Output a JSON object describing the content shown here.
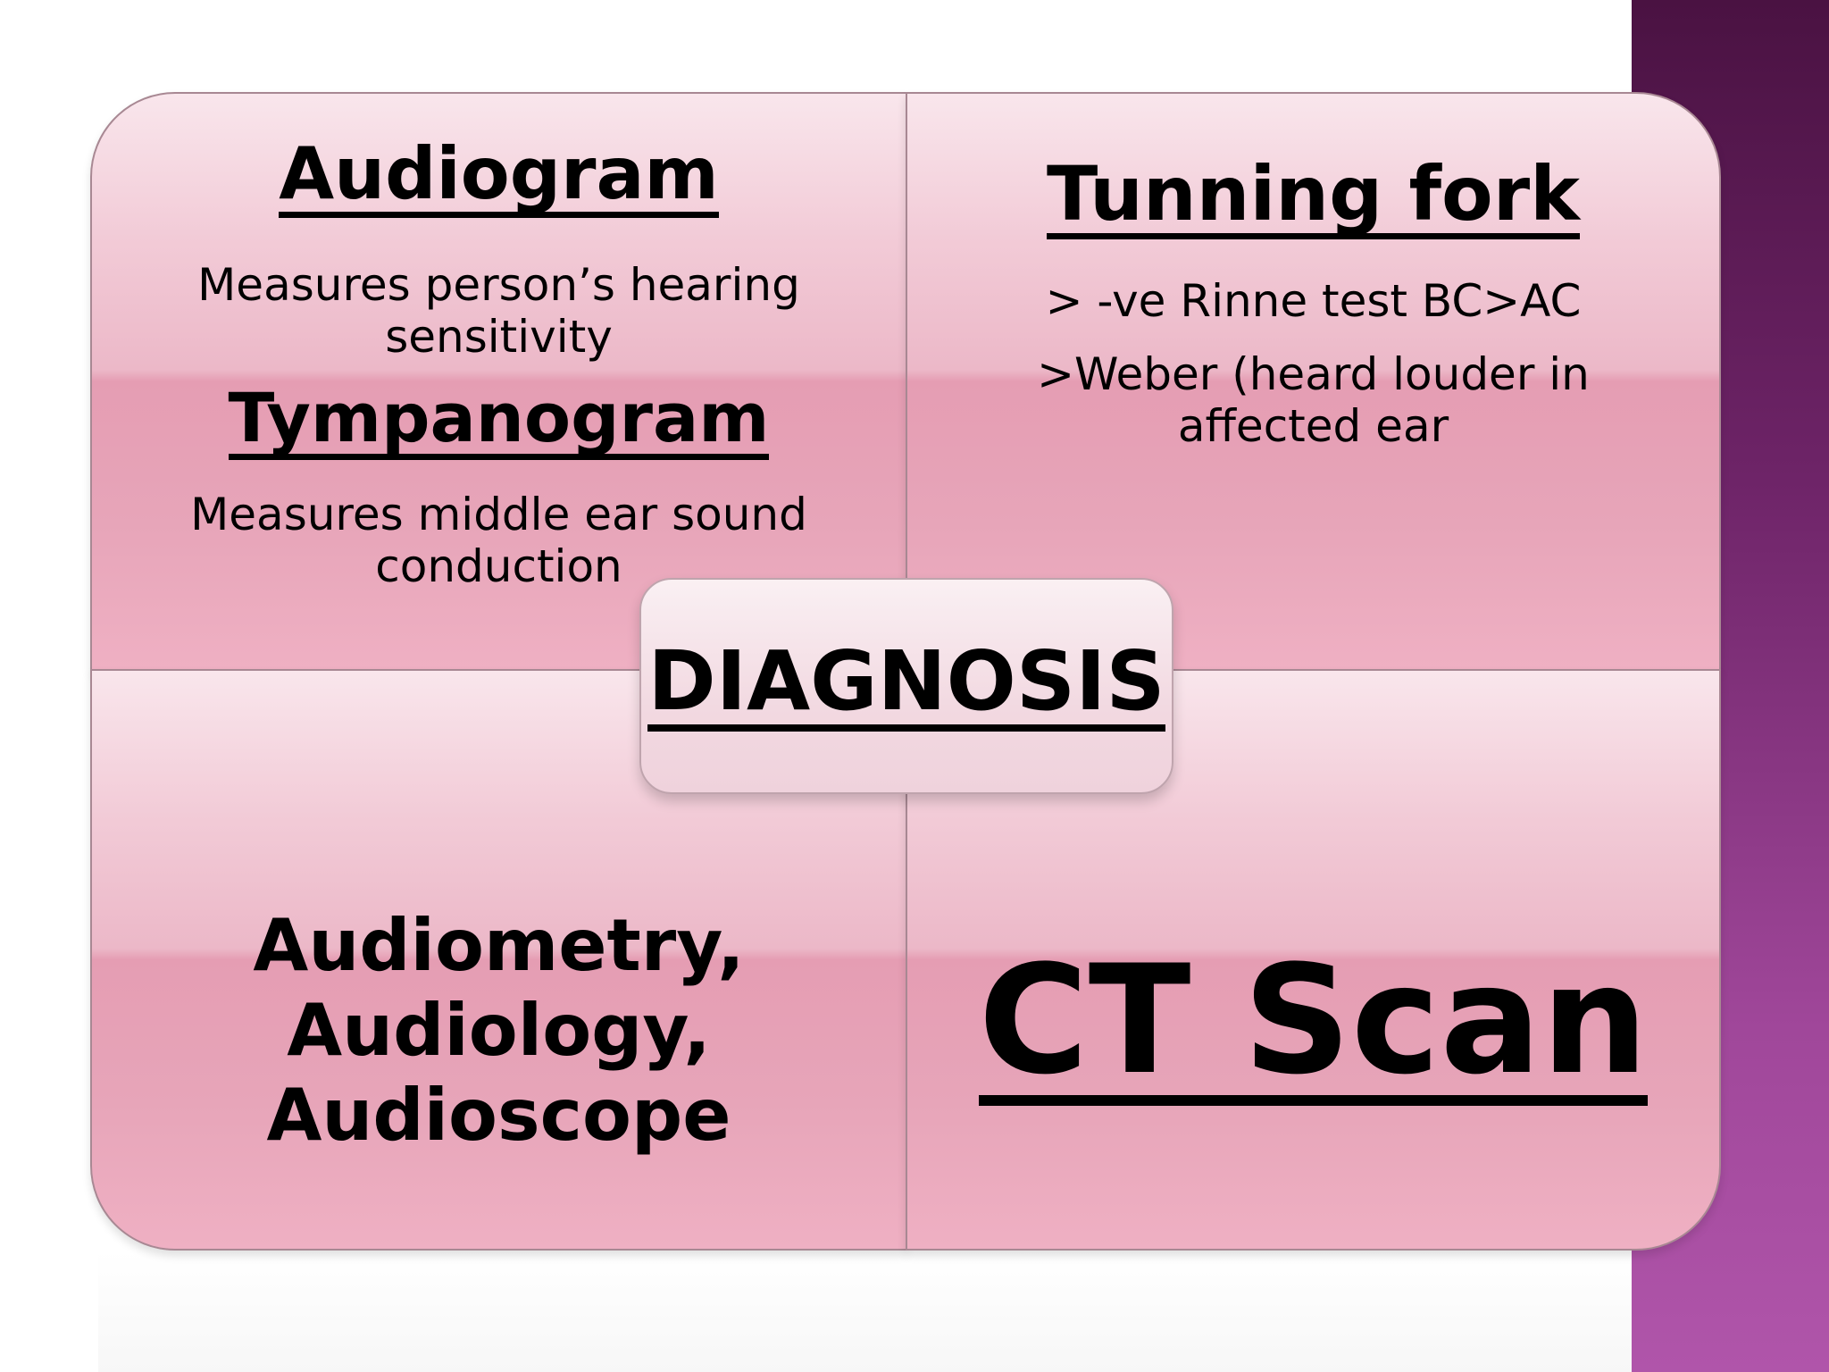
{
  "center": {
    "label": "DIAGNOSIS"
  },
  "top_left": {
    "heading1": "Audiogram",
    "desc1_line1": "Measures person’s hearing",
    "desc1_line2": "sensitivity",
    "heading2": "Tympanogram",
    "desc2_line1": "Measures middle ear sound",
    "desc2_line2": "conduction"
  },
  "top_right": {
    "heading": "Tunning fork",
    "line1": "> -ve Rinne test BC>AC",
    "line2": ">Weber (heard louder in",
    "line3": "affected ear"
  },
  "bottom_left": {
    "line1": "Audiometry,",
    "line2": "Audiology,",
    "line3": "Audioscope"
  },
  "bottom_right": {
    "heading": "CT Scan"
  },
  "colors": {
    "quadrant_fill": "#ecb8c8",
    "center_fill": "#f2d9e1",
    "side_bar": "#6e2468"
  }
}
